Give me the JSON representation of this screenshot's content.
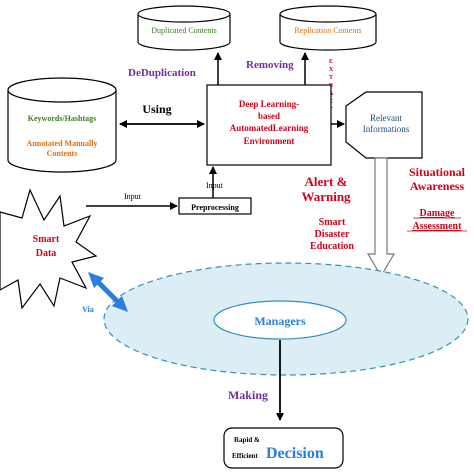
{
  "colors": {
    "red": "#d0021b",
    "purple": "#7030a0",
    "orange": "#e46c0a",
    "green": "#3a7d22",
    "blue": "#2a7de1",
    "ellipse_fill": "#dbeef5",
    "ellipse_stroke": "#3a8fb7",
    "black": "#000000"
  },
  "nodes": {
    "duplicated_contents": "Duplicated Contents",
    "replication_contents": "Replication Contents",
    "keywords_hashtags": "Keywords/Hashtags",
    "annotated_line1": "Annotated Manually",
    "annotated_line2": "Contents",
    "dl_line1": "Deep Learning-",
    "dl_line2": "based",
    "dl_line3": "AutomatedLearning",
    "dl_line4": "Environment",
    "relevant_line1": "Relevant",
    "relevant_line2": "Informations",
    "preprocessing": "Preprocessing",
    "smart_data_line1": "Smart",
    "smart_data_line2": "Data",
    "managers": "Managers",
    "decision_small_line1": "Rapid &",
    "decision_small_line2": "Efficient",
    "decision_big": "Decision"
  },
  "labels": {
    "deduplication": "DeDuplication",
    "removing": "Removing",
    "extract_letters": [
      "E",
      "X",
      "T",
      "R",
      "A",
      "C",
      "T"
    ],
    "using": "Using",
    "input_left": "Input",
    "input_up": "Input",
    "alert_line1": "Alert &",
    "alert_line2": "Warning",
    "education_line1": "Smart",
    "education_line2": "Disaster",
    "education_line3": "Education",
    "situational_line1": "Situational",
    "situational_line2": "Awareness",
    "damage_line1": "Damage",
    "damage_line2": "Assessment",
    "via": "Via",
    "making": "Making"
  }
}
